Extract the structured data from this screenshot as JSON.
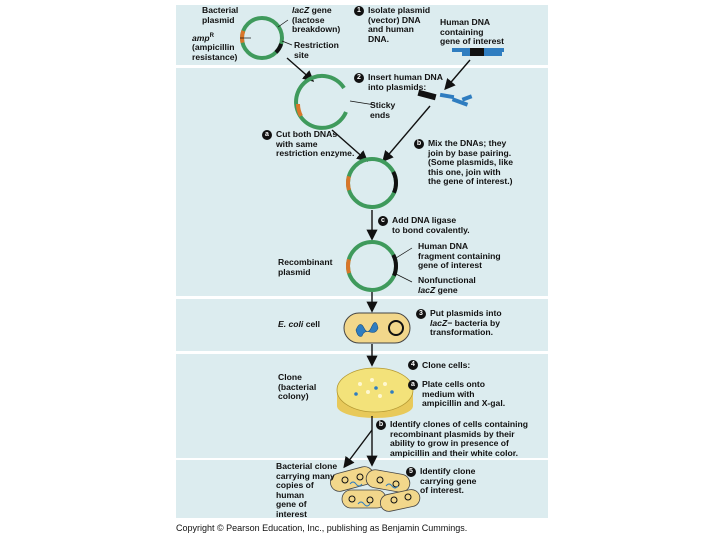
{
  "labels": {
    "bacterial_plasmid": "Bacterial\nplasmid",
    "lacz_gene_a": "lacZ",
    "lacz_gene_b": " gene\n(lactose\nbreakdown)",
    "amp_a": "amp",
    "amp_sup": "R",
    "amp_b": "\n(ampicillin\nresistance)",
    "restriction_site": "Restriction\nsite",
    "human_dna_gene": "Human DNA\ncontaining\ngene of interest",
    "sticky_ends": "Sticky\nends",
    "recombinant_plasmid": "Recombinant\nplasmid",
    "human_dna_fragment": "Human DNA\nfragment containing\ngene of interest",
    "nonfunctional_a": "Nonfunctional\n",
    "nonfunctional_b": "lacZ",
    "nonfunctional_c": " gene",
    "ecoli_a": "E. coli",
    "ecoli_b": " cell",
    "clone_colony": "Clone\n(bacterial\ncolony)",
    "bacterial_clone": "Bacterial clone\ncarrying many\ncopies of\nhuman\ngene of\ninterest"
  },
  "steps": {
    "s1_num": "1",
    "s1_text": "Isolate plasmid\n(vector) DNA\nand human\nDNA.",
    "s2_num": "2",
    "s2_text": "Insert human DNA\ninto plasmids:",
    "sa_num": "a",
    "sa_text": "Cut both DNAs\nwith same\nrestriction enzyme.",
    "sb_num": "b",
    "sb_text": "Mix the DNAs; they\njoin by base pairing.\n(Some plasmids, like\nthis one, join with\nthe gene of interest.)",
    "sc_num": "c",
    "sc_text": "Add DNA ligase\nto bond covalently.",
    "s3_num": "3",
    "s3_text_a": "Put plasmids into\n",
    "s3_text_b": "lacZ",
    "s3_text_c": "− bacteria by\ntransformation.",
    "s4_num": "4",
    "s4_text": "Clone cells:",
    "s4a_num": "a",
    "s4a_text": "Plate cells onto\nmedium with\nampicillin and X-gal.",
    "s4b_num": "b",
    "s4b_text": "Identify clones of cells containing\nrecombinant plasmids by their\nability to grow in presence of\nampicillin and their white color.",
    "s5_num": "5",
    "s5_text": "Identify clone\ncarrying gene\nof interest."
  },
  "footer": {
    "copyright": "Copyright © Pearson Education, Inc., publishing as Benjamin Cummings."
  },
  "colors": {
    "band": "#dcecef",
    "plasmid": "#3f9a5c",
    "amp_segment": "#d9762a",
    "human_dna": "#2f7dc0",
    "lacz_dark": "#111111",
    "plate": "#f3e27a",
    "cell": "#f2d78b"
  }
}
